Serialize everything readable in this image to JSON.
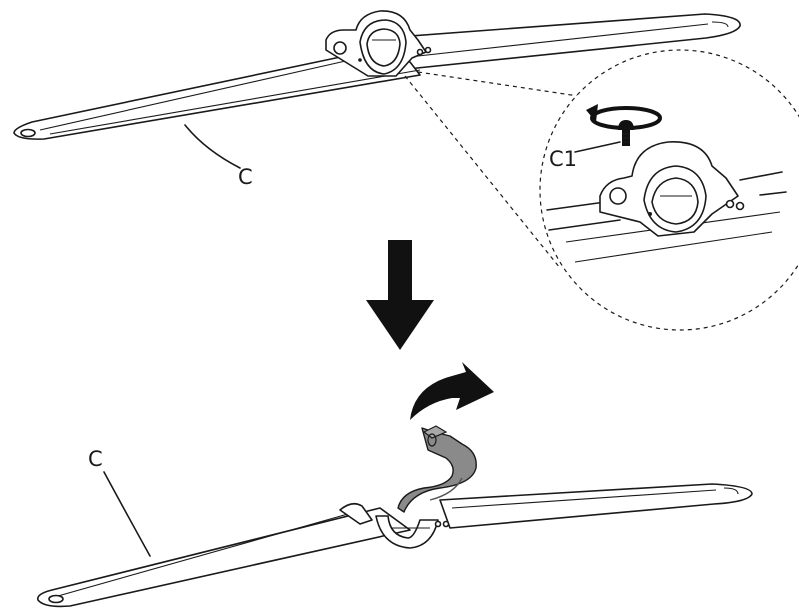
{
  "labels": {
    "top_arm": "C",
    "bottom_arm": "C",
    "screw": "C1"
  },
  "colors": {
    "line": "#1a1a1a",
    "arrow_fill": "#111111",
    "clip_fill": "#8a8a8a",
    "background": "#ffffff"
  },
  "icons": {
    "step_arrow": "down-arrow-icon",
    "rotate": "rotate-arrow-icon",
    "flip": "curved-arrow-icon"
  }
}
